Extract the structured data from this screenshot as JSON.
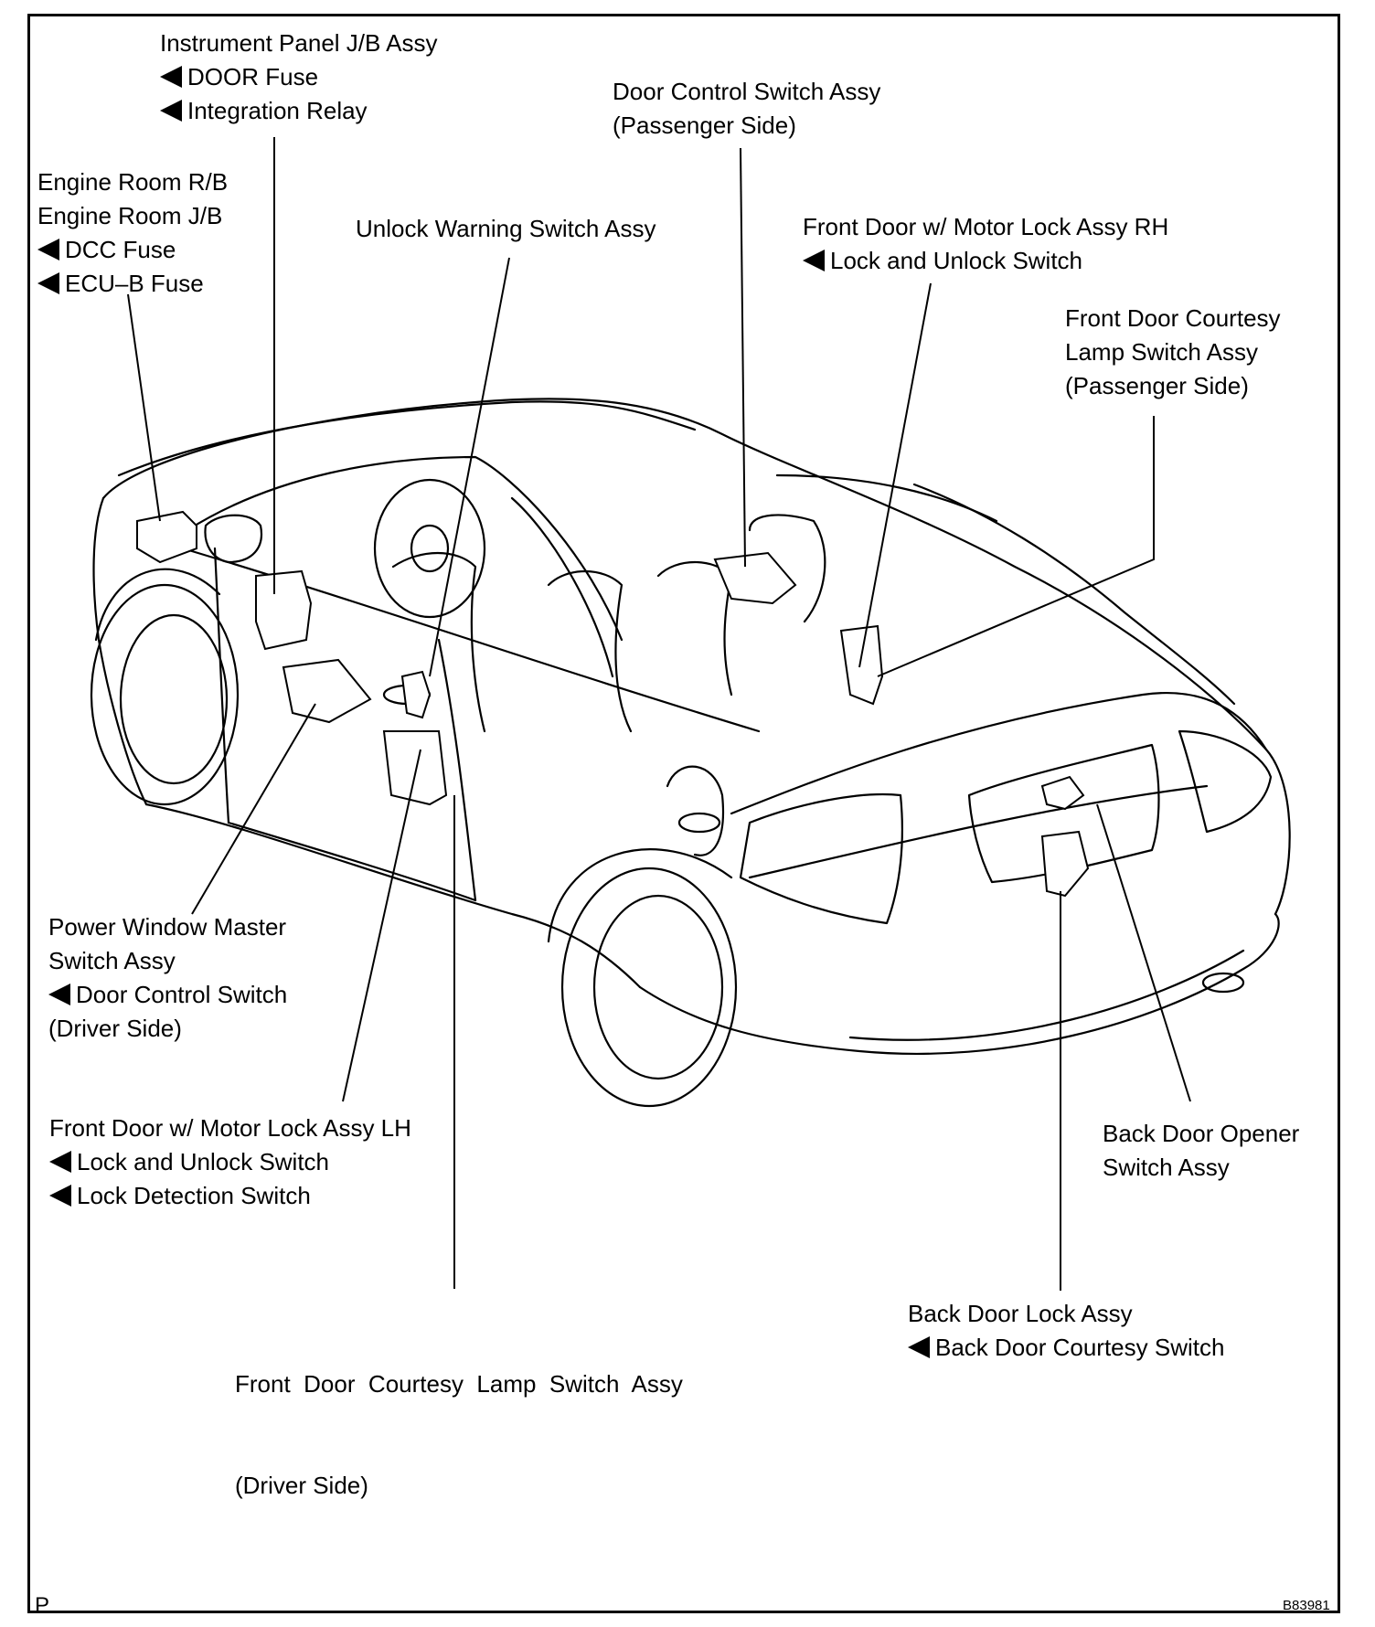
{
  "labels": {
    "instrument_panel": {
      "title": "Instrument Panel J/B Assy",
      "items": [
        "DOOR Fuse",
        "Integration Relay"
      ]
    },
    "engine_room": {
      "title_1": "Engine Room R/B",
      "title_2": "Engine Room J/B",
      "items": [
        "DCC Fuse",
        "ECU–B Fuse"
      ]
    },
    "unlock_warning": {
      "title": "Unlock Warning Switch Assy"
    },
    "door_control_passenger": {
      "title_1": "Door Control Switch Assy",
      "title_2": "(Passenger Side)"
    },
    "front_door_rh": {
      "title": "Front Door w/ Motor Lock Assy RH",
      "items": [
        "Lock and Unlock Switch"
      ]
    },
    "courtesy_passenger": {
      "title_1": "Front Door Courtesy",
      "title_2": "Lamp Switch Assy",
      "title_3": "(Passenger Side)"
    },
    "power_window": {
      "title_1": "Power Window Master",
      "title_2": "Switch Assy",
      "item": "Door Control Switch",
      "title_3": "(Driver Side)"
    },
    "front_door_lh": {
      "title": "Front Door w/ Motor Lock Assy LH",
      "items": [
        "Lock and Unlock Switch",
        "Lock Detection Switch"
      ]
    },
    "courtesy_driver": {
      "title_1": "Front  Door  Courtesy  Lamp  Switch  Assy",
      "title_2": "(Driver Side)"
    },
    "back_door_opener": {
      "title_1": "Back Door Opener",
      "title_2": "Switch Assy"
    },
    "back_door_lock": {
      "title": "Back Door Lock Assy",
      "items": [
        "Back Door Courtesy Switch"
      ]
    }
  },
  "corner_letter": "P",
  "figure_code": "B83981"
}
